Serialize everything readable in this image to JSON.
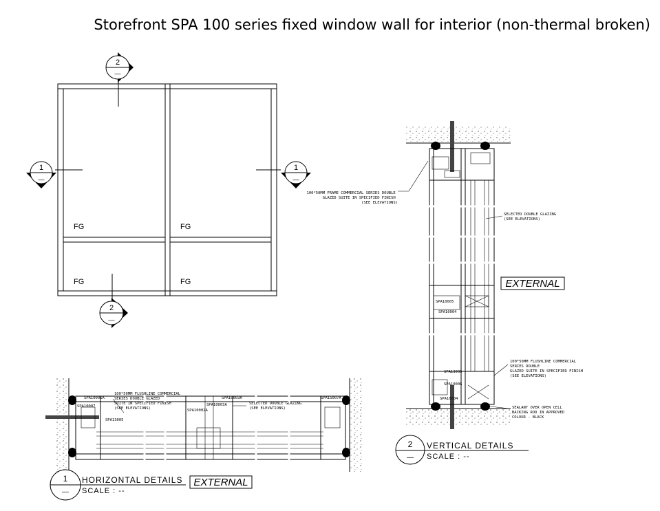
{
  "title": "Storefront SPA 100 series fixed window wall for interior (non-thermal broken)",
  "elevation": {
    "panel_labels": [
      "FG",
      "FG",
      "FG",
      "FG"
    ],
    "section_markers": [
      {
        "num": "1",
        "sub": "—"
      },
      {
        "num": "1",
        "sub": "—"
      },
      {
        "num": "2",
        "sub": "—"
      },
      {
        "num": "2",
        "sub": "—"
      }
    ]
  },
  "vertical_detail": {
    "callouts": [
      [
        "100*50MM FRAME COMMERCIAL SERIES DOUBLE",
        "GLAZED SUITE IN SPECIFIED FINISH",
        "(SEE ELEVATIONS)"
      ],
      [
        "SELECTED DOUBLE GLAZING",
        "(SEE ELEVATIONS)"
      ],
      [
        "100*50MM FLUSHLINE COMMERCIAL",
        "SERIES DOUBLE",
        "GLAZED SUITE IN SPECIFIED FINISH",
        "(SEE ELEVATIONS)"
      ],
      [
        "SEALANT OVER OPEN CELL",
        "BACKING ROD IN APPROVED",
        "COLOUR - BLACK"
      ]
    ],
    "part_codes": [
      "SPA10005",
      "SPA10004",
      "SPA13005",
      "SPA10006",
      "SPA10004"
    ],
    "external_label": "EXTERNAL",
    "detail_number": "2",
    "detail_sub": "—",
    "detail_title": "VERTICAL DETAILS",
    "detail_scale": "SCALE : --"
  },
  "horizontal_detail": {
    "callouts": [
      [
        "100*50MM FLUSHLINE COMMERCIAL",
        "SERIES DOUBLE GLAZED",
        "SUITE IN SPECIFIED FINISH",
        "(SEE ELEVATIONS)"
      ],
      [
        "SELECTED DOUBLE GLAZING",
        "(SEE ELEVATIONS)"
      ]
    ],
    "part_codes": [
      "SPA10001A",
      "SPA10007",
      "SPA13005",
      "SPA10003A",
      "SPA10002A",
      "SPA10003A",
      "SPA15007A"
    ],
    "external_label": "EXTERNAL",
    "detail_number": "1",
    "detail_sub": "—",
    "detail_title": "HORIZONTAL DETAILS",
    "detail_scale": "SCALE : --"
  }
}
